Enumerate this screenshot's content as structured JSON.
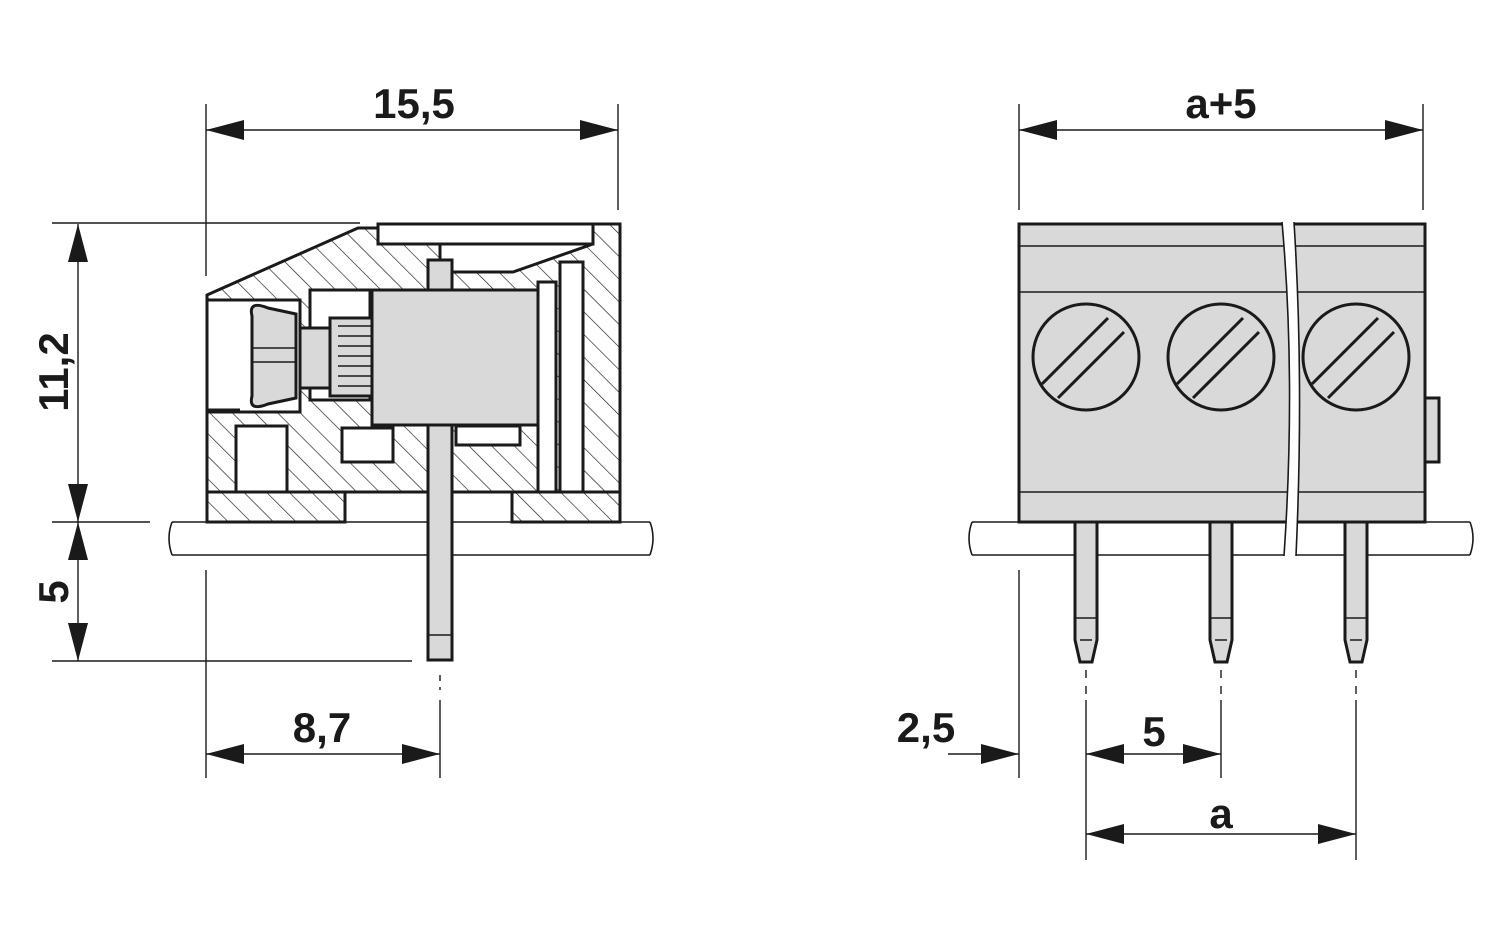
{
  "dimensions": {
    "side_width": "15,5",
    "side_height": "11,2",
    "side_pin_length": "5",
    "side_pin_offset": "8,7",
    "front_width": "a+5",
    "front_edge_offset": "2,5",
    "front_pitch": "5",
    "front_span": "a"
  }
}
